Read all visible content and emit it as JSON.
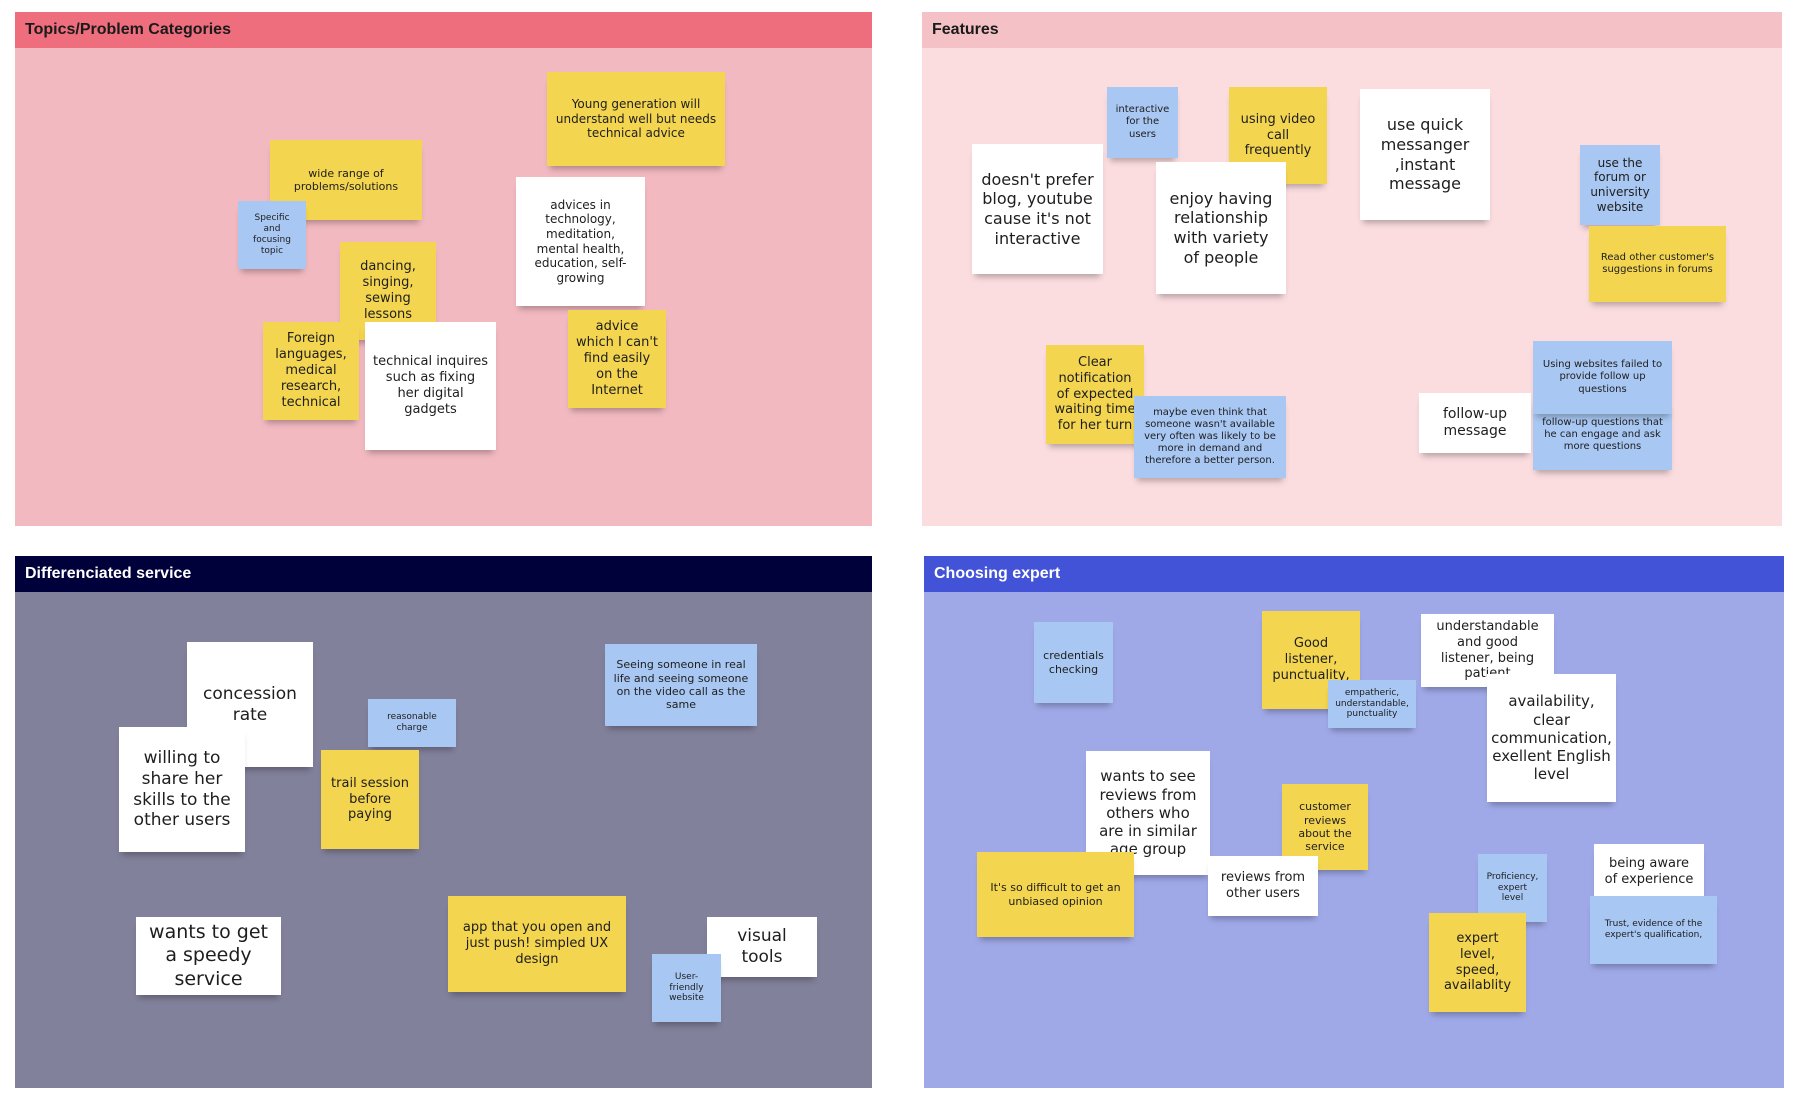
{
  "colors": {
    "yellow": "#f4d550",
    "blue": "#a8c7f2",
    "white": "#ffffff",
    "topics_header": "#ee6e7d",
    "topics_body": "#f2b9c0",
    "features_header": "#f4c2c6",
    "features_body": "#fbdde0",
    "diff_header": "#00003a",
    "diff_body": "#82819b",
    "expert_header": "#4353d8",
    "expert_body": "#a0a9e8"
  },
  "frames": {
    "topics": {
      "title": "Topics/Problem Categories",
      "notes": {
        "wide_range": "wide range of problems/solutions",
        "specific": "Specific and focusing topic",
        "young_gen": "Young generation will understand well but needs technical advice",
        "advices": "advices in technology, meditation, mental health, education, self-growing",
        "dancing": "dancing, singing, sewing lessons",
        "foreign": "Foreign languages, medical research, technical",
        "technical": "technical inquires such as fixing her digital gadgets",
        "advice_internet": "advice which I can't find easily on the Internet"
      }
    },
    "features": {
      "title": "Features",
      "notes": {
        "interactive": "interactive for the users",
        "video_call": "using video call frequently",
        "doesnt_prefer": "doesn't prefer blog, youtube cause it's not interactive",
        "enjoy": "enjoy having relationship with variety of people",
        "quick_msg": "use quick messanger ,instant message",
        "forum": "use the forum or university website",
        "read_other": "Read other customer's suggestions in forums",
        "clear_notif": "Clear notification of expected waiting time for her turn",
        "maybe": "maybe even think that someone wasn't available very often was likely to be more in demand and therefore a better person.",
        "followup": "follow-up message",
        "websites_failed": "Using websites failed to provide follow up questions",
        "followup_q": "follow-up questions that he can engage and ask more questions"
      }
    },
    "diff": {
      "title": "Differenciated service",
      "notes": {
        "concession": "concession rate",
        "willing": "willing to share her skills to the other users",
        "reasonable": "reasonable charge",
        "trail": "trail session before paying",
        "seeing": "Seeing someone in real life and seeing someone on the video call as the same",
        "speedy": "wants to get a speedy service",
        "app": "app that you open and just push! simpled UX design",
        "visual": "visual tools",
        "user_friendly": "User-friendly website"
      }
    },
    "expert": {
      "title": "Choosing expert",
      "notes": {
        "credentials": "credentials checking",
        "good_listener": "Good listener, punctuality,",
        "empatheric": "empatheric, understandable, punctuality",
        "understandable": "understandable and good listener, being patient",
        "availability": "availability, clear communication, exellent English level",
        "wants_reviews": "wants to see reviews from others who are in similar age group",
        "customer_reviews": "customer reviews about the service",
        "so_difficult": "It's so difficult to get an unbiased opinion",
        "reviews_other": "reviews from other users",
        "proficiency": "Proficiency, expert level",
        "being_aware": "being aware of experience",
        "trust": "Trust, evidence of the expert's qualification,",
        "expert_level": "expert level, speed, availablity"
      }
    }
  }
}
